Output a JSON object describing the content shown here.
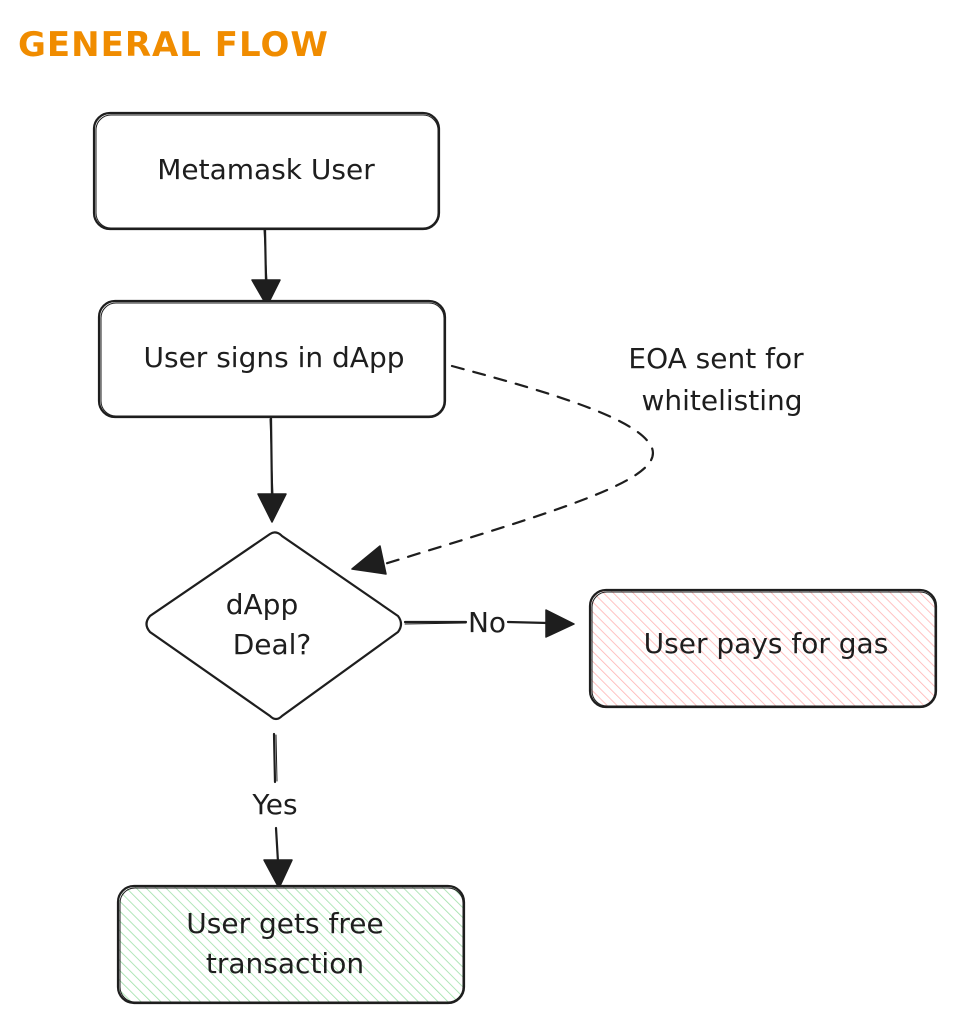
{
  "title": "GENERAL FLOW",
  "nodes": {
    "metamask_user": {
      "label": "Metamask User"
    },
    "sign_in": {
      "label": "User signs in dApp"
    },
    "decision": {
      "line1": "dApp",
      "line2": "Deal?"
    },
    "pays_gas": {
      "label": "User pays for gas"
    },
    "free_tx": {
      "line1": "User gets free",
      "line2": "transaction"
    }
  },
  "edges": {
    "whitelist": {
      "line1": "EOA sent for",
      "line2": "whitelisting"
    },
    "no": {
      "label": "No"
    },
    "yes": {
      "label": "Yes"
    }
  },
  "colors": {
    "title": "#f08c00",
    "stroke": "#1e1e1e",
    "red_hatch": "#ffc9c9",
    "green_hatch": "#b2f2bb"
  }
}
